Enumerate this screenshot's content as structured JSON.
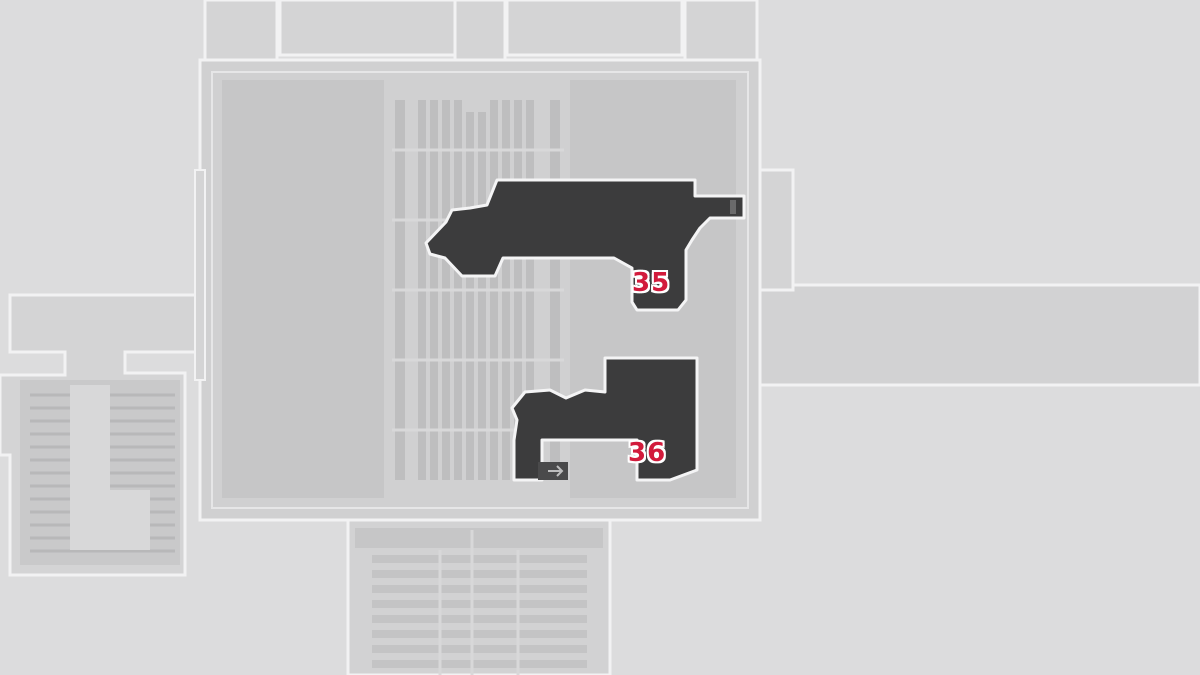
{
  "map": {
    "markers": [
      {
        "id": "35",
        "label": "35",
        "color": "#d21b3c"
      },
      {
        "id": "36",
        "label": "36",
        "color": "#d21b3c"
      }
    ],
    "colors": {
      "background": "#dcdcdd",
      "corridor": "#cfcfd0",
      "wall_outline": "#f2f2f3",
      "inner_panel": "#c9c9ca",
      "grid_bar": "#bdbdbe",
      "highlighted_area": "#3c3c3d",
      "label_red": "#d21b3c"
    },
    "icons": [
      "arrow-right-icon"
    ]
  }
}
